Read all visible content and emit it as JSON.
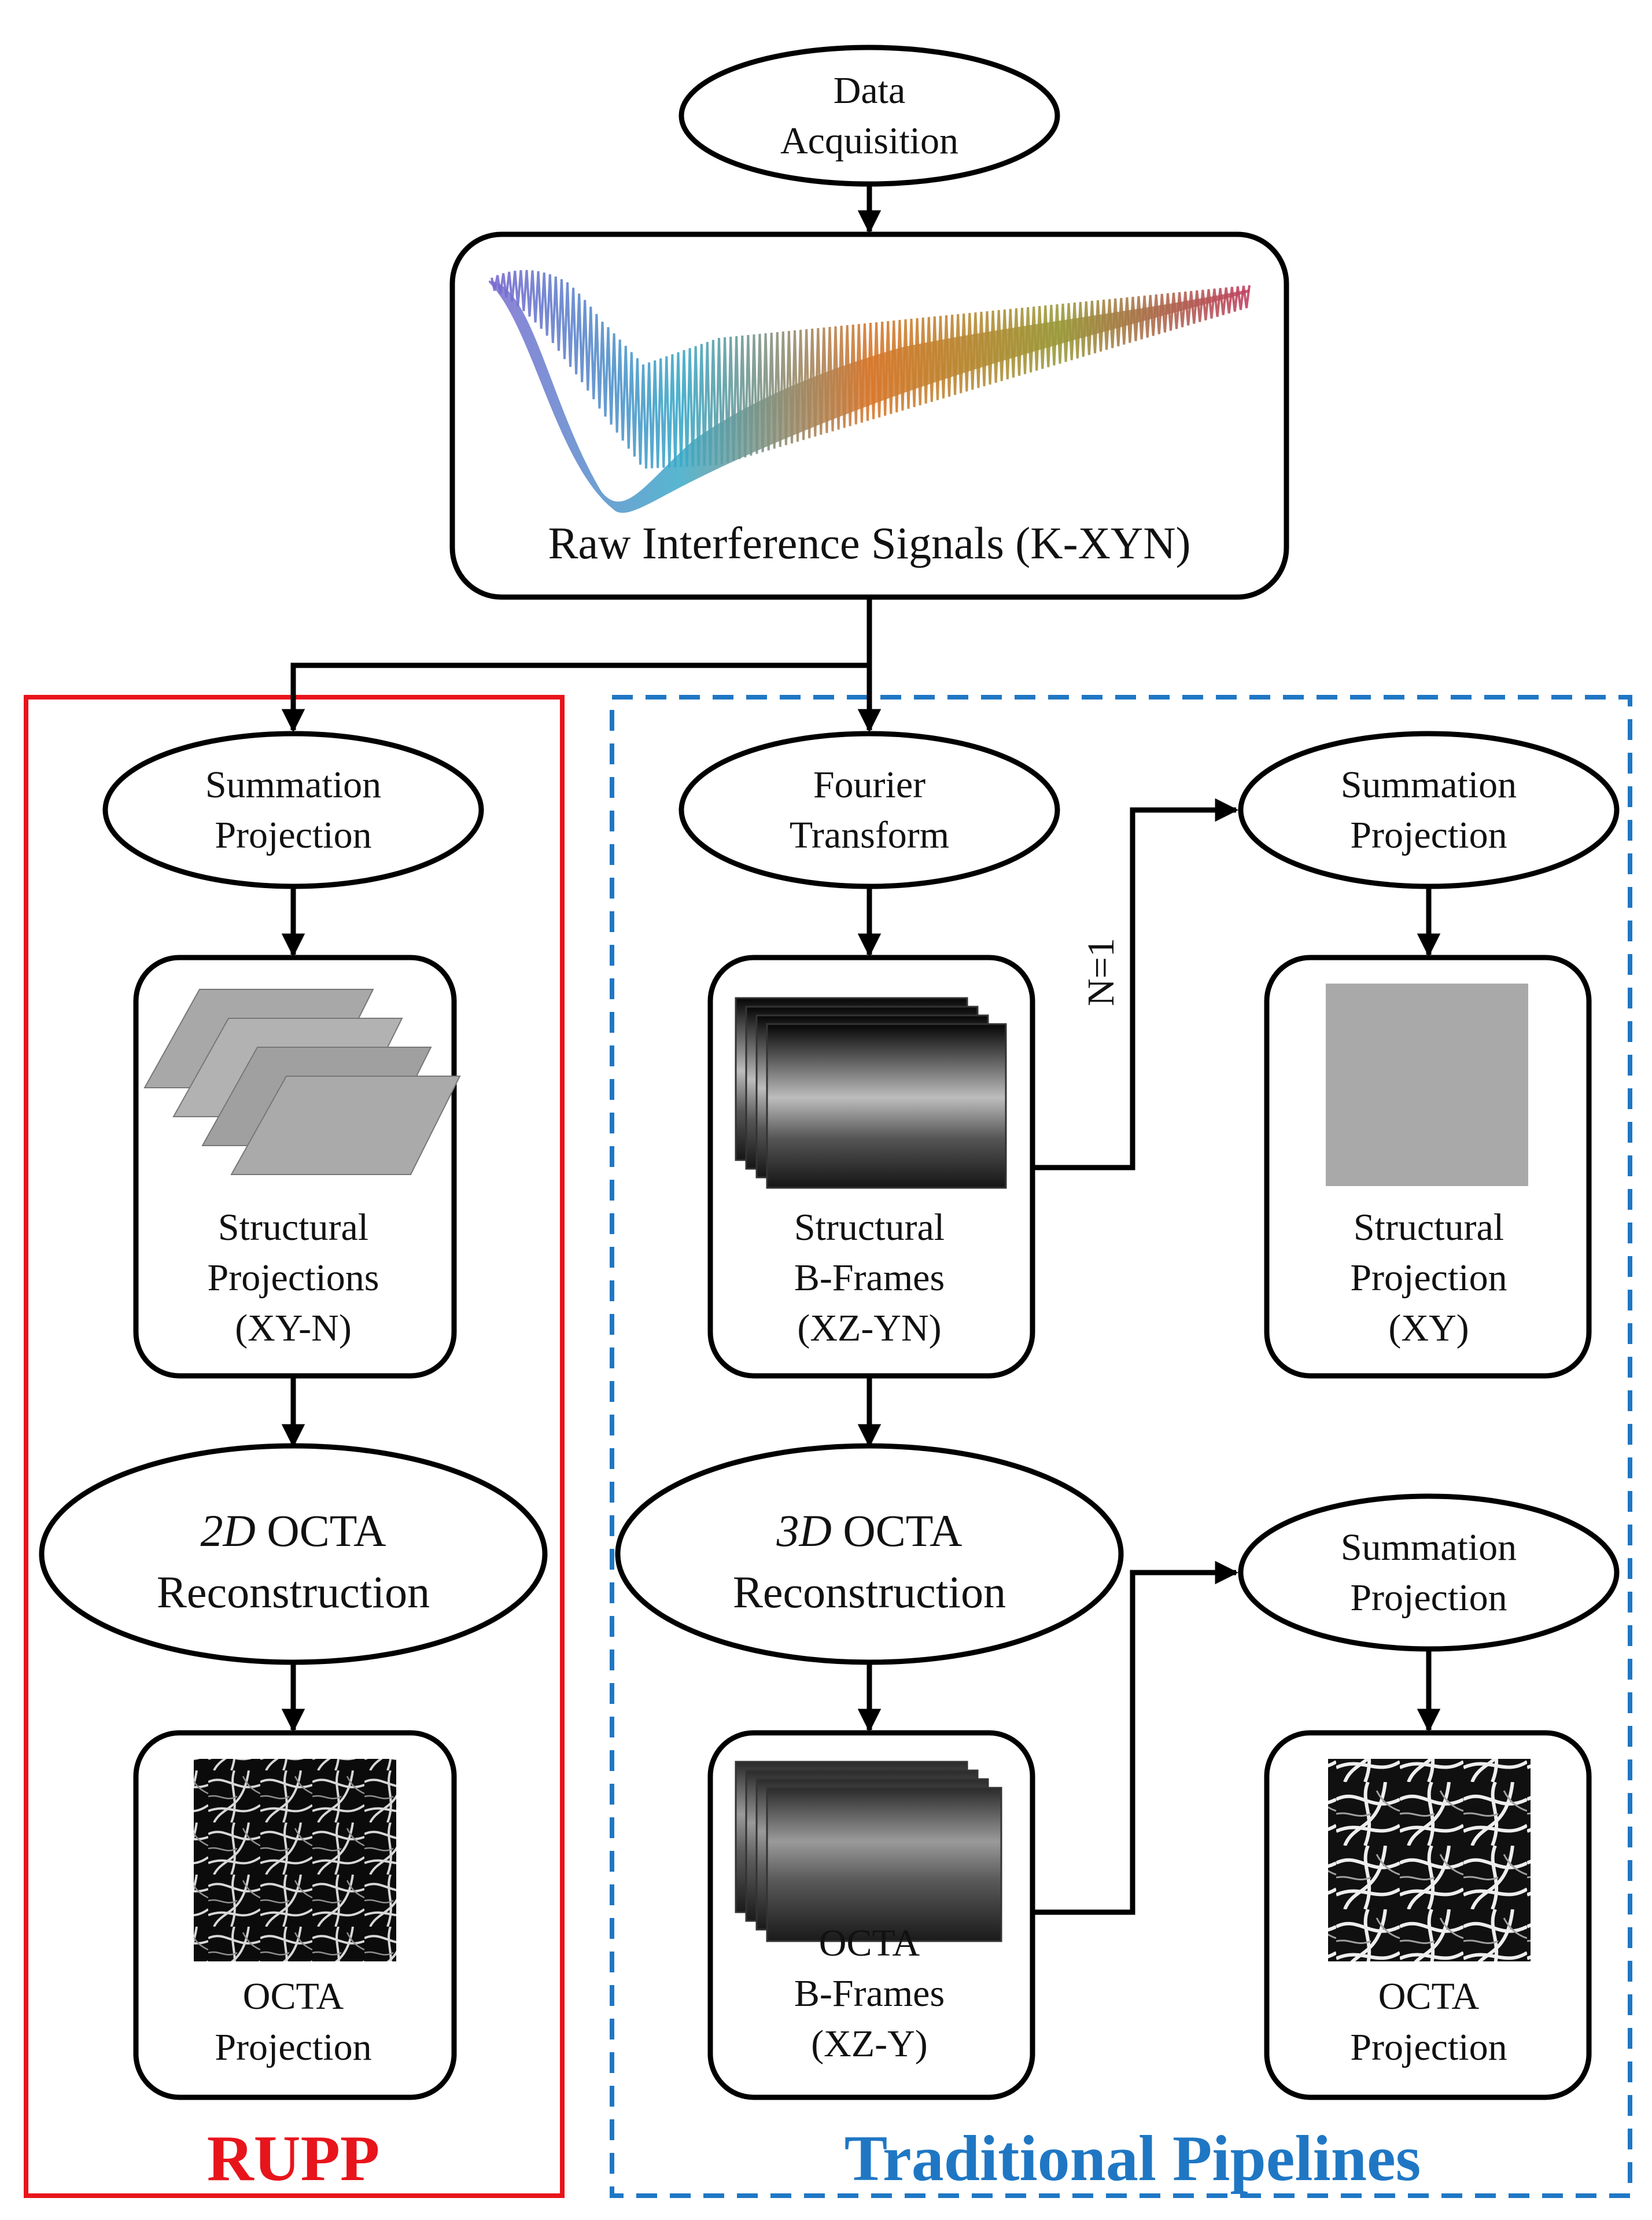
{
  "nodes": {
    "data_acquisition": {
      "line1": "Data",
      "line2": "Acquisition"
    },
    "raw_signals": {
      "label": "Raw Interference Signals (K-XYN)"
    },
    "rupp_summation": {
      "line1": "Summation",
      "line2": "Projection"
    },
    "rupp_struct_proj": {
      "line1": "Structural",
      "line2": "Projections",
      "line3": "(XY-N)"
    },
    "rupp_octa_recon": {
      "line1_italic": "2D",
      "line1_rest": " OCTA",
      "line2": "Reconstruction"
    },
    "rupp_octa_proj": {
      "line1": "OCTA",
      "line2": "Projection"
    },
    "fourier": {
      "line1": "Fourier",
      "line2": "Transform"
    },
    "struct_bframes": {
      "line1": "Structural",
      "line2": "B-Frames",
      "line3": "(XZ-YN)"
    },
    "trad_summation_top": {
      "line1": "Summation",
      "line2": "Projection"
    },
    "trad_struct_proj": {
      "line1": "Structural",
      "line2": "Projection",
      "line3": "(XY)"
    },
    "trad_octa_recon": {
      "line1_italic": "3D",
      "line1_rest": " OCTA",
      "line2": "Reconstruction"
    },
    "octa_bframes": {
      "line1": "OCTA",
      "line2": "B-Frames",
      "line3": "(XZ-Y)"
    },
    "trad_summation_bottom": {
      "line1": "Summation",
      "line2": "Projection"
    },
    "trad_octa_proj": {
      "line1": "OCTA",
      "line2": "Projection"
    }
  },
  "edge_labels": {
    "n_equals_one": "N=1"
  },
  "groups": {
    "rupp": {
      "title": "RUPP",
      "color": "#e8141b"
    },
    "traditional": {
      "title": "Traditional Pipelines",
      "color": "#1f77c4"
    }
  }
}
